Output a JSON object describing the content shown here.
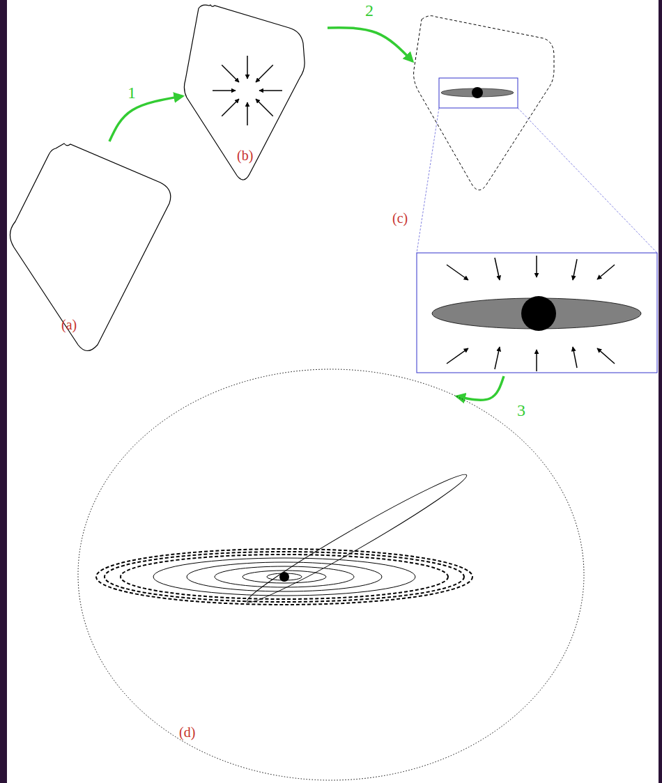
{
  "diagram": {
    "nodes": [
      {
        "text": [
          "(a)"
        ]
      },
      {
        "text": [
          "(b)"
        ]
      },
      {
        "text": [
          "(c)"
        ]
      },
      {
        "text": [
          "(d)"
        ]
      }
    ],
    "edges": [
      {
        "from": 0,
        "to": 1,
        "arrow": "to",
        "label": "1"
      },
      {
        "from": 1,
        "to": 2,
        "arrow": "to",
        "label": "2"
      },
      {
        "from": 2,
        "to": 3,
        "arrow": "to",
        "label": "3"
      }
    ]
  }
}
